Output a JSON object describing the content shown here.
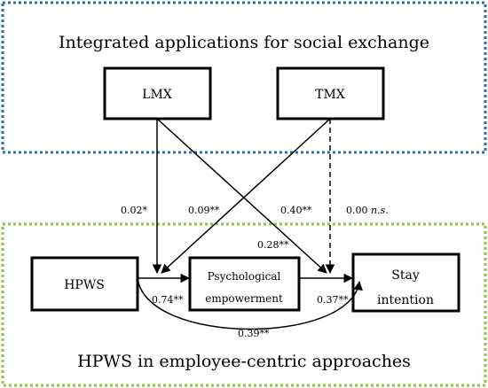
{
  "frames": {
    "top_title": "Integrated applications for social exchange",
    "bottom_title": "HPWS in employee-centric approaches",
    "colors": {
      "top_frame": "#2e6bbd",
      "bottom_frame": "#8cc63f"
    }
  },
  "nodes": {
    "lmx": "LMX",
    "tmx": "TMX",
    "hpws": "HPWS",
    "pe_line1": "Psychological",
    "pe_line2": "empowerment",
    "si_line1": "Stay",
    "si_line2": "intention"
  },
  "paths": {
    "lmx_to_pe": "0.02*",
    "tmx_to_pe": "0.09**",
    "lmx_to_si": "0.40**",
    "tmx_to_si_value": "0.00",
    "tmx_to_si_sig": "n.s.",
    "pe_to_si": "0.28**",
    "hpws_to_pe": "0.74**",
    "hpws_to_si_mediated": "0.37**",
    "hpws_to_si_direct": "0.39**"
  }
}
